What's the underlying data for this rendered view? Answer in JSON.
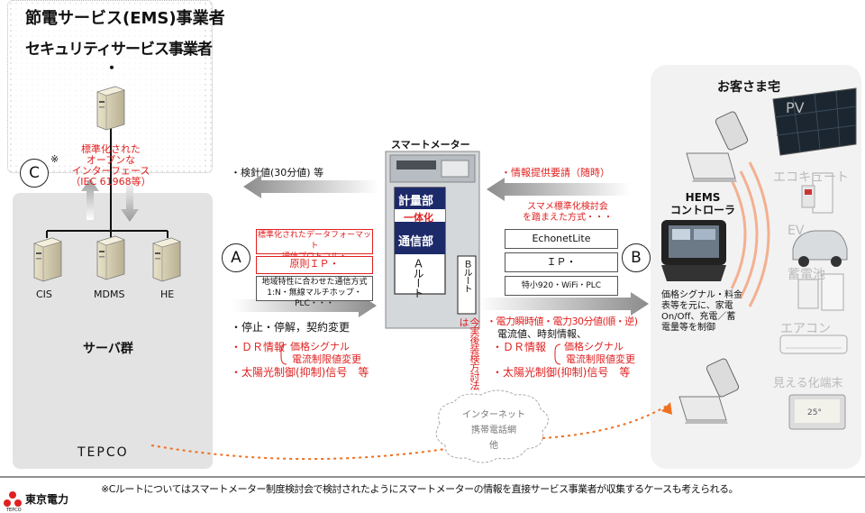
{
  "top_panel": {
    "line1": "節電サービス(EMS)事業者",
    "line2": "セキュリティサービス事業者",
    "dot": "・"
  },
  "route_c": {
    "letter": "C",
    "note_mark": "※",
    "lines": [
      "標準化された",
      "オープンな",
      "インターフェース",
      "（IEC 61968等）"
    ]
  },
  "tepco": {
    "servers": [
      "CIS",
      "MDMS",
      "HE"
    ],
    "server_group": "サーバ群",
    "label": "TEPCO"
  },
  "left_top_arrow": {
    "text": "・検針値(30分値) 等"
  },
  "route_a": {
    "letter": "A",
    "box1": [
      "標準化されたデータフォーマット",
      "通信プロトコル・"
    ],
    "box2": "原則ＩＰ・",
    "box3": [
      "地域特性に合わせた通信方式",
      "1:N・無線マルチホップ・PLC・・・"
    ],
    "items": [
      "・停止・停解，契約変更",
      "・ＤＲ情報",
      "・太陽光制御(抑制)信号　等"
    ],
    "dr_sub": [
      "価格シグナル",
      "電流制限値変更"
    ]
  },
  "meter": {
    "title": "スマートメーター",
    "keiryou": "計量部",
    "ittaika": "一体化",
    "tsushin": "通信部",
    "a_route": "Ａルート",
    "b_route": "Ｂルート",
    "b_note": "今実後装検方討法は"
  },
  "right_top_arrow": {
    "text": "・情報提供要請（随時）"
  },
  "route_b": {
    "letter": "B",
    "heading": [
      "スマメ標準化検討会",
      "を踏まえた方式・・・"
    ],
    "box1": "EchonetLite",
    "box2": "ＩＰ・",
    "box3": "特小920・WiFi・PLC",
    "item1a": "・電力瞬時値・電力30分値(順・逆)",
    "item1b": "電流値、時刻情報、",
    "item2": "・ＤＲ情報",
    "dr_sub": [
      "価格シグナル",
      "電流制限値変更"
    ],
    "item3": "・太陽光制御(抑制)信号　等"
  },
  "home": {
    "title": "お客さま宅",
    "hems": [
      "HEMS",
      "コントローラ"
    ],
    "hems_desc": [
      "価格シグナル・料金",
      "表等を元に、家電",
      "On/Off、充電／蓄",
      "電量等を制御"
    ],
    "devices": [
      "PV",
      "エコキュート",
      "EV",
      "蓄電池",
      "エアコン",
      "見える化端末"
    ]
  },
  "internet": {
    "lines": [
      "インターネット",
      "携帯電話網",
      "他"
    ]
  },
  "footnote": "※Cルートについてはスマートメーター制度検討会で検討されたようにスマートメーターの情報を直接サービス事業者が収集するケースも考えられる。",
  "logo": {
    "name": "東京電力",
    "sub": "TEPCO"
  },
  "colors": {
    "accent_red": "#e02020",
    "orange_dotted": "#f07020",
    "arrow_gray": "#999999"
  }
}
